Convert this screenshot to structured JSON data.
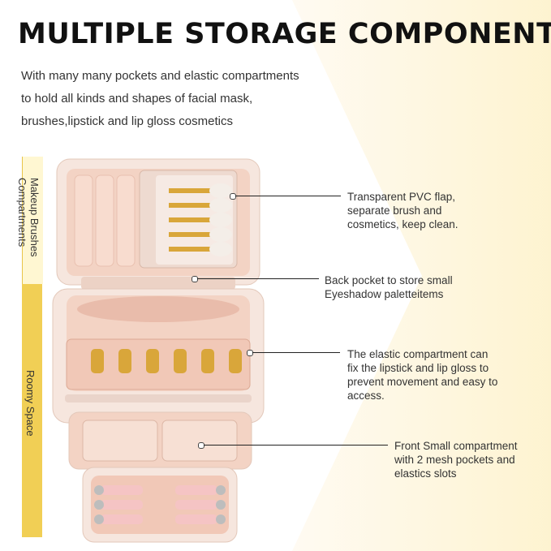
{
  "title": "MULTIPLE STORAGE COMPONENT",
  "intro": [
    "With many many pockets and elastic compartments",
    "to hold all kinds and shapes of facial mask,",
    "brushes,lipstick and lip gloss cosmetics"
  ],
  "side_labels": {
    "brushes": [
      "Makeup Brushes",
      "Compartments"
    ],
    "roomy": "Roomy Space"
  },
  "callouts": [
    {
      "lines": [
        "Transparent PVC flap,",
        "separate brush and",
        "cosmetics, keep clean."
      ]
    },
    {
      "lines": [
        "Back pocket to store small",
        "Eyeshadow paletteitems"
      ]
    },
    {
      "lines": [
        "The elastic compartment can",
        "fix the lipstick and lip gloss to",
        "prevent movement and easy to",
        "access."
      ]
    },
    {
      "lines": [
        "Front Small compartment",
        "with 2 mesh pockets and",
        "elastics slots"
      ]
    }
  ],
  "colors": {
    "accent_yellow": "#f1cf55",
    "light_yellow": "#fff7d2",
    "bag_pink": "#f3d3c4",
    "bag_shell": "#f6e6de",
    "gold": "#d9a63a"
  }
}
